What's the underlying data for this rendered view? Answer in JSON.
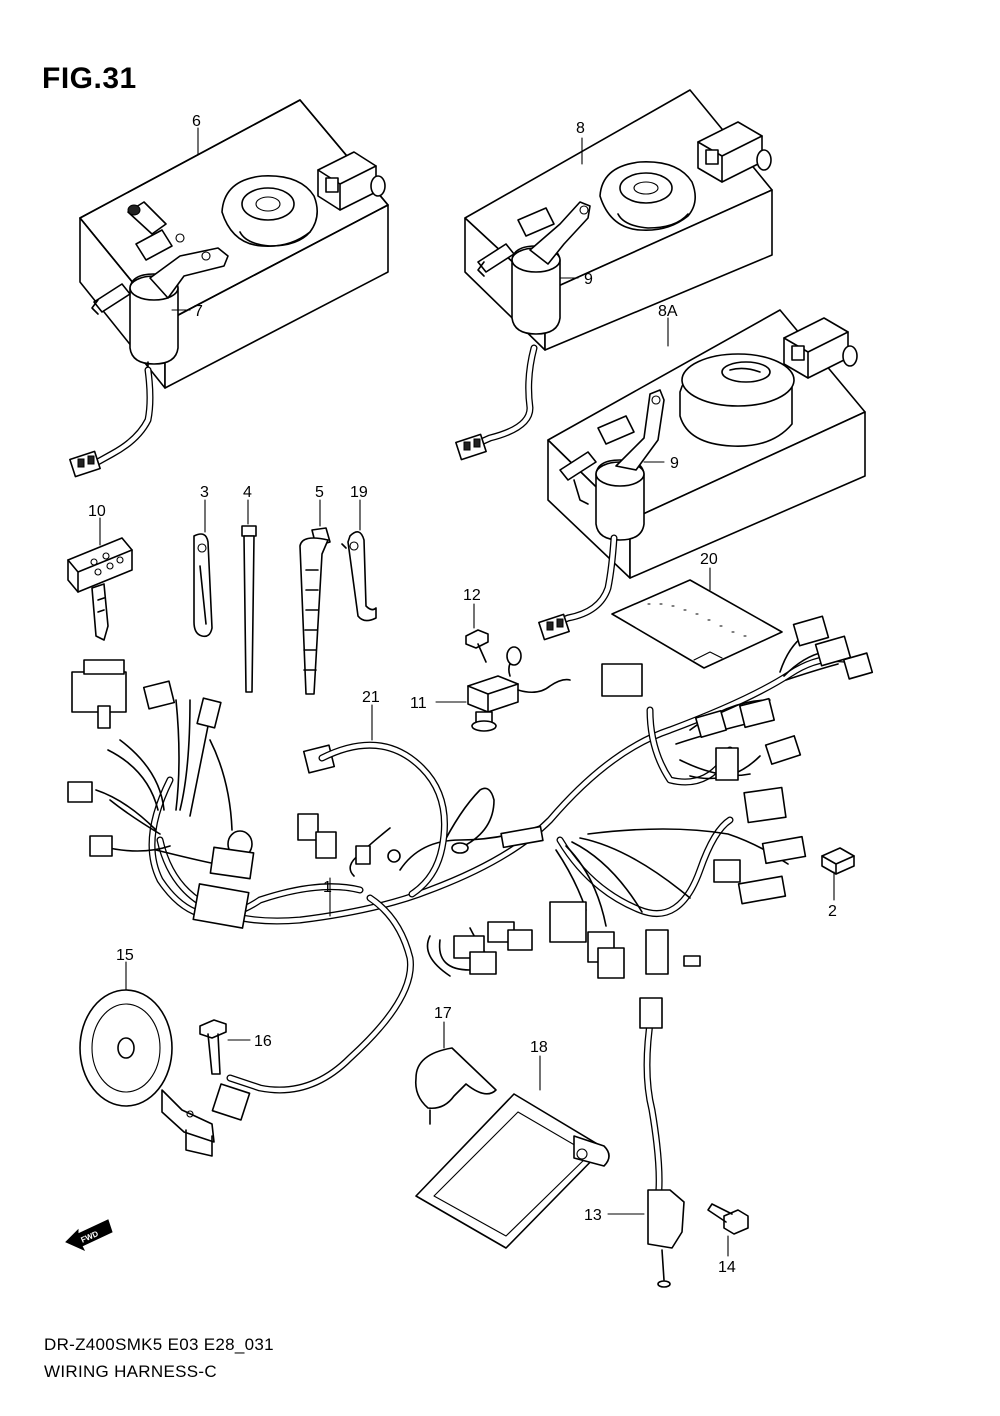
{
  "figure": {
    "title": "FIG.31",
    "model_code": "DR-Z400SMK5  E03  E28_031",
    "caption": "WIRING HARNESS-C"
  },
  "part_labels": {
    "p1": "1",
    "p2": "2",
    "p3": "3",
    "p4": "4",
    "p5": "5",
    "p6": "6",
    "p7": "7",
    "p8": "8",
    "p8a": "8A",
    "p9a": "9",
    "p9b": "9",
    "p10": "10",
    "p11": "11",
    "p12": "12",
    "p13": "13",
    "p14": "14",
    "p15": "15",
    "p16": "16",
    "p17": "17",
    "p18": "18",
    "p19": "19",
    "p20": "20",
    "p21": "21"
  },
  "direction_badge": "FWD"
}
